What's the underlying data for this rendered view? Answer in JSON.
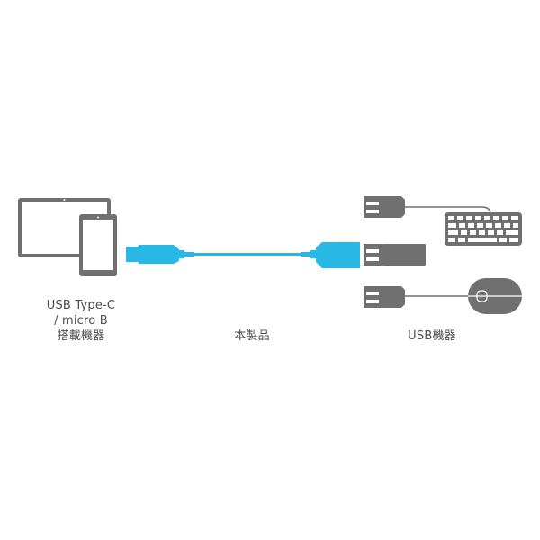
{
  "labels": {
    "host_line1": "USB Type-C",
    "host_line2": "/ micro B",
    "host_line3": "搭載機器",
    "product": "本製品",
    "usb_devices": "USB機器"
  },
  "colors": {
    "cable": "#29b8e6",
    "device_gray": "#707070",
    "text": "#4d4d4d"
  }
}
